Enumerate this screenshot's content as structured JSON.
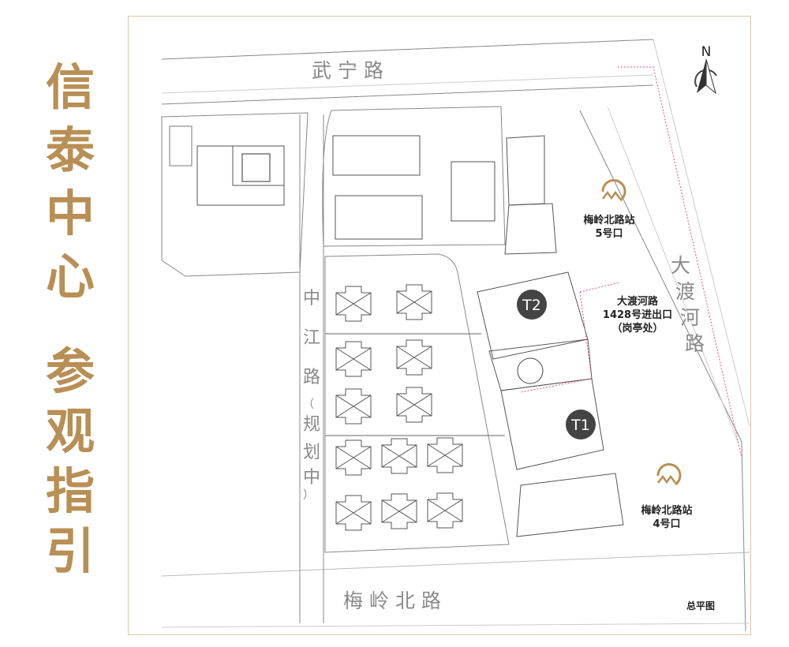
{
  "title": {
    "line1": [
      "信",
      "泰",
      "中",
      "心"
    ],
    "line2": [
      "参",
      "观",
      "指",
      "引"
    ]
  },
  "compass": {
    "label": "N"
  },
  "roads": {
    "north": "武宁路",
    "south": "梅岭北路",
    "east": [
      "大",
      "渡",
      "河",
      "路"
    ],
    "west": [
      "中",
      "江",
      "路",
      "（",
      "规",
      "划",
      "中",
      "）"
    ]
  },
  "towers": [
    {
      "label": "T2"
    },
    {
      "label": "T1"
    }
  ],
  "metro_exits": [
    {
      "line1": "梅岭北路站",
      "line2": "5号口"
    },
    {
      "line1": "梅岭北路站",
      "line2": "4号口"
    }
  ],
  "entrance": {
    "line1": "大渡河路",
    "line2": "1428号进出口",
    "line3": "（岗亭处）"
  },
  "caption": "总平图",
  "colors": {
    "gold": "#b88f55",
    "tower": "#444444",
    "dotted": "#d9567a",
    "line": "#555555"
  }
}
